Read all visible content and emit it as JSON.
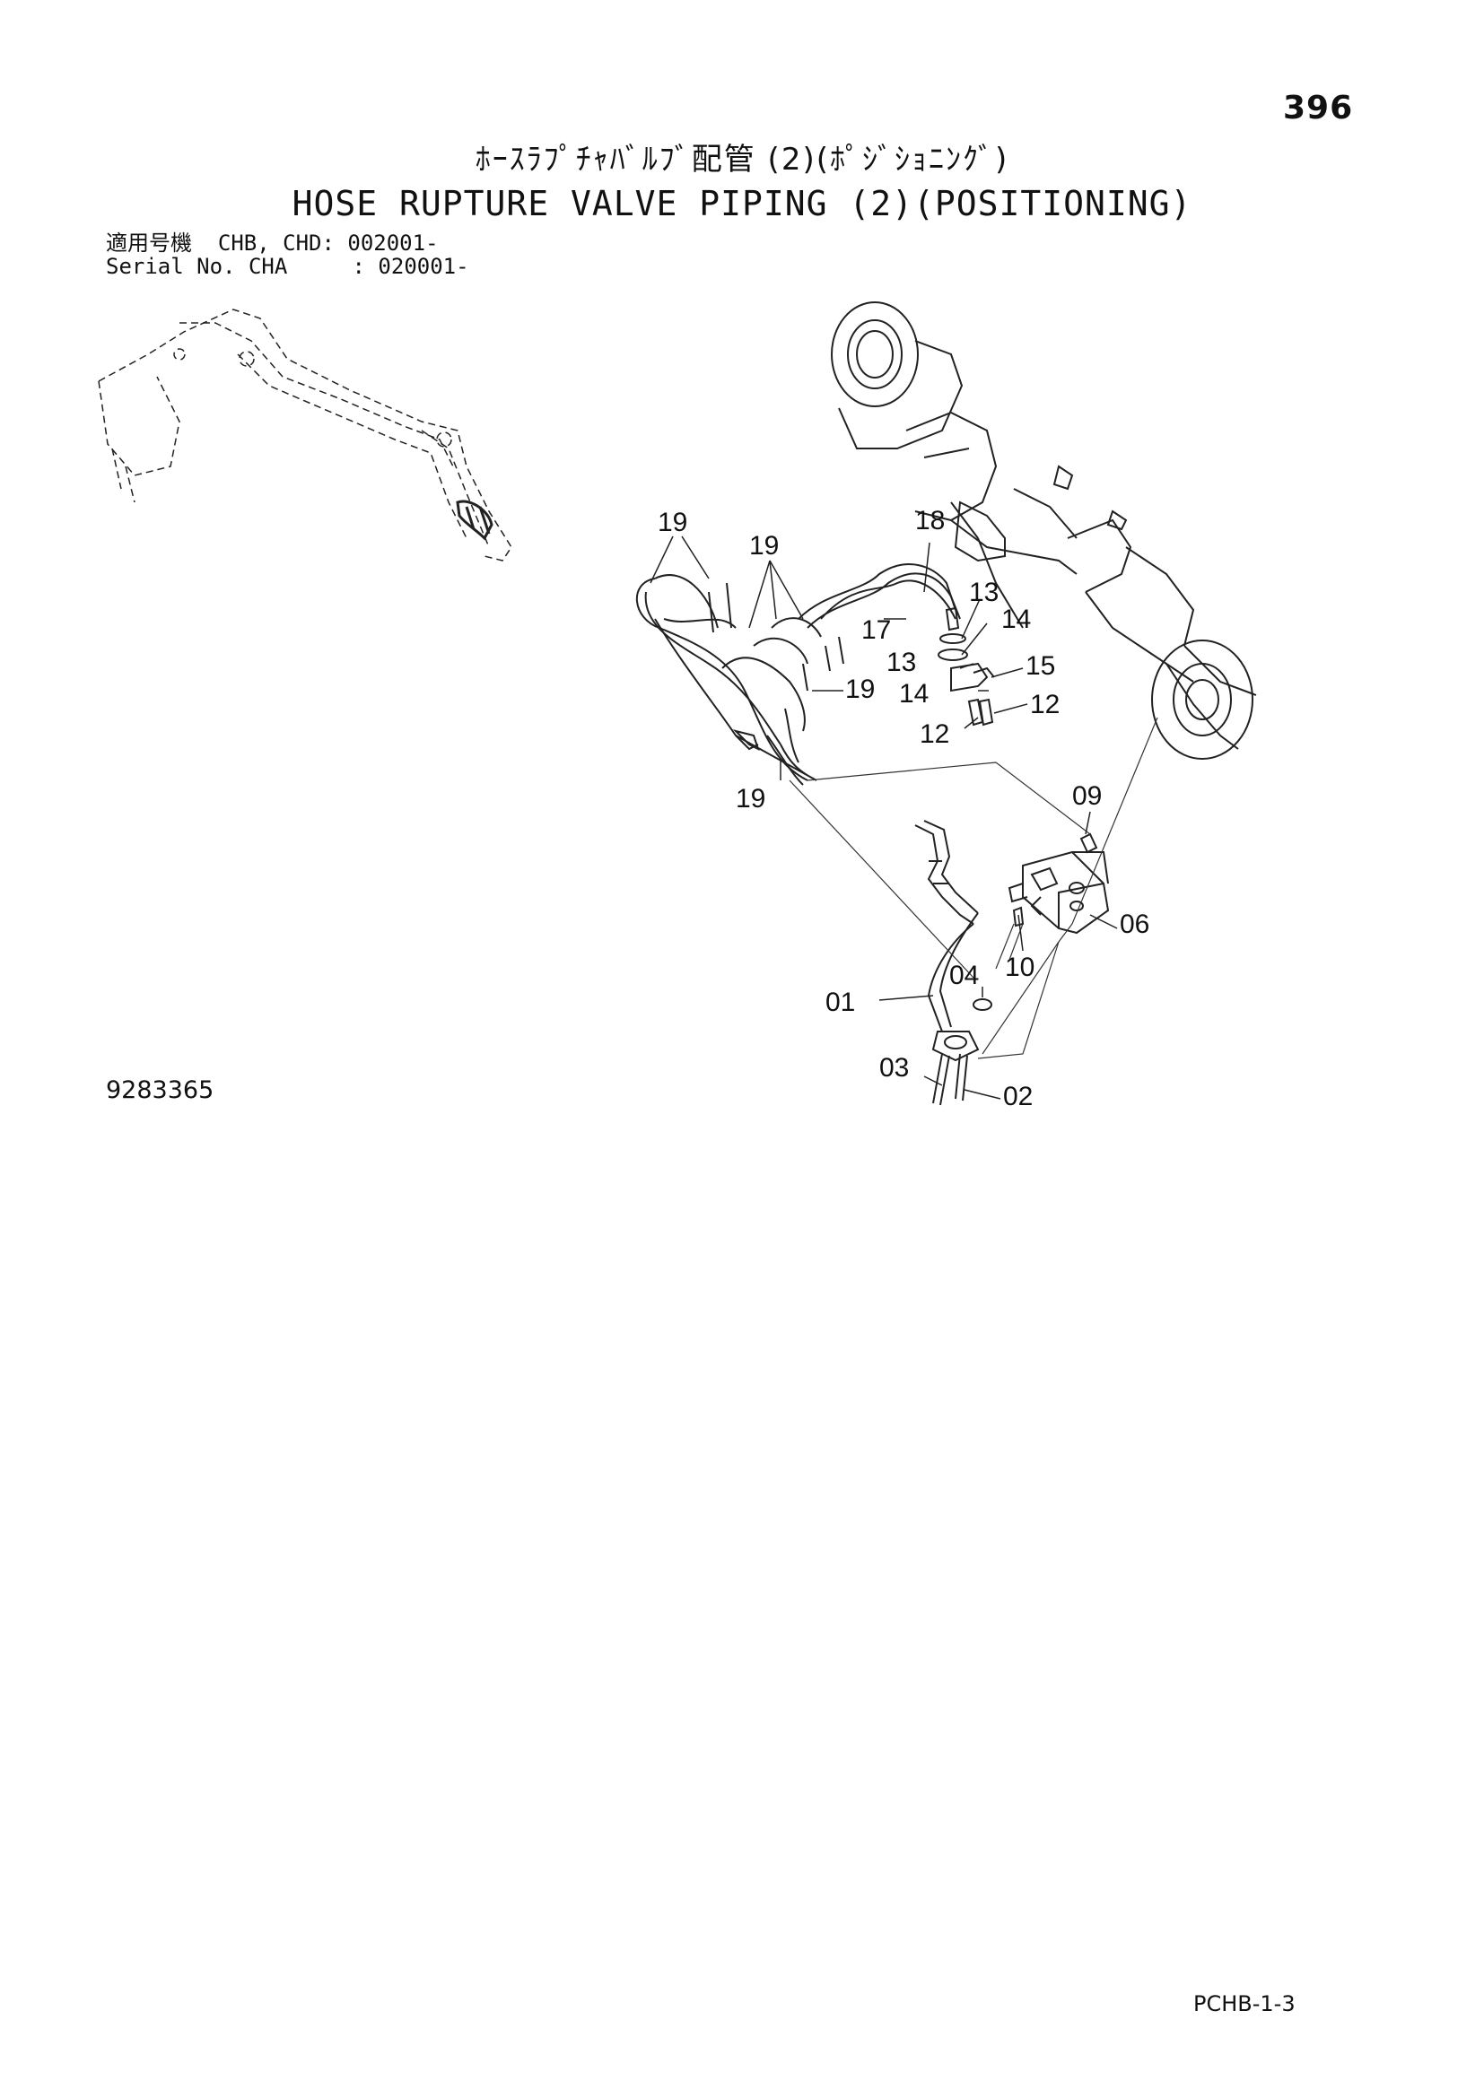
{
  "page_number": "396",
  "title_jp": "ﾎｰｽﾗﾌﾟﾁｬﾊﾞﾙﾌﾞ配管 (2)(ﾎﾟｼﾞｼｮﾆﾝｸﾞ)",
  "title_en": "HOSE RUPTURE VALVE PIPING (2)(POSITIONING)",
  "serial": [
    {
      "label": "適用号機  CHB, CHD: 002001-"
    },
    {
      "label": "Serial No. CHA     : 020001-"
    }
  ],
  "drawing_number": "9283365",
  "page_code": "PCHB-1-3",
  "callouts": {
    "c19a": "19",
    "c19b": "19",
    "c19c": "19",
    "c19d": "19",
    "c18": "18",
    "c17": "17",
    "c13a": "13",
    "c13b": "13",
    "c14a": "14",
    "c14b": "14",
    "c15": "15",
    "c12a": "12",
    "c12b": "12",
    "c09": "09",
    "c06": "06",
    "c10": "10",
    "c04": "04",
    "c01": "01",
    "c03": "03",
    "c02": "02"
  }
}
